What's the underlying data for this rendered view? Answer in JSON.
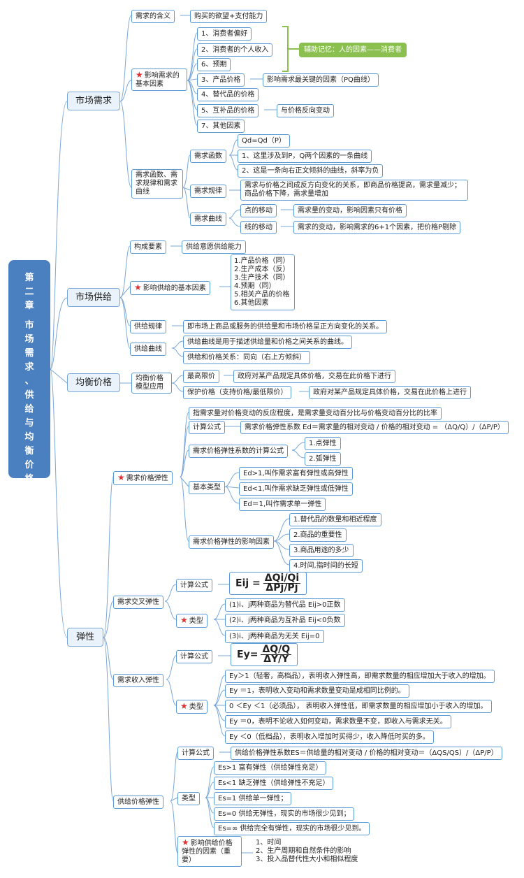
{
  "root": {
    "title_lines": [
      "第",
      "二",
      "章",
      "",
      "市",
      "场",
      "需",
      "求",
      "、",
      "供",
      "给",
      "与",
      "均",
      "衡",
      "价",
      "格"
    ]
  },
  "market_demand": {
    "label": "市场需求",
    "meaning": {
      "label": "需求的含义",
      "detail": "购买的欲望+支付能力"
    },
    "factors": {
      "label": "影响需求的基本因素",
      "items": [
        "1、消费者偏好",
        "2、消费者的个人收入",
        "6、预期",
        "3、产品价格",
        "4、替代品的价格",
        "5、互补品的价格",
        "7、其他因素"
      ],
      "price_note": "影响需求最关键的因素（PQ曲线）",
      "complement_note": "与价格反向变动",
      "memory_note": "辅助记忆：人的因素——消费者"
    },
    "function_group": {
      "label": "需求函数、需求规律和需求曲线",
      "func_label": "需求函数",
      "func_items": [
        "Qd=Qd（P）",
        "1、这里涉及到P，Q两个因素的一条曲线",
        "2、这是一条向右正文倾斜的曲线，斜率为负"
      ],
      "law_label": "需求规律",
      "law_text": "需求与价格之间成反方向变化的关系，即商品价格提高，需求量减少；商品价格下降，需求量增加",
      "curve_label": "需求曲线",
      "point_move": "点的移动",
      "point_note": "需求量的变动，影响因素只有价格",
      "line_move": "线的移动",
      "line_note": "需求的变动，影响需求的6+1个因素，把价格P剔除"
    }
  },
  "market_supply": {
    "label": "市场供给",
    "elements": {
      "label": "构成要素",
      "detail": "供给意愿供给能力"
    },
    "factors": {
      "label": "影响供给的基本因素",
      "items": [
        "1.产品价格（同）",
        "2.生产成本（反）",
        "3.生产技术（同）",
        "4.预期（同）",
        "5.相关产品的价格",
        "6.其他因素"
      ]
    },
    "law": {
      "label": "供给规律",
      "detail": "即市场上商品或服务的供给量和市场价格呈正方向变化的关系。"
    },
    "curve": {
      "label": "供给曲线",
      "items": [
        "供给曲线是用于描述供给量和价格之间关系的曲线。",
        "供给和价格关系：同向（右上方倾斜）"
      ]
    }
  },
  "equilibrium": {
    "label": "均衡价格",
    "model": "均衡价格模型应用",
    "max_price": "最高限价",
    "max_note": "政府对某产品规定具体价格，交易在此价格下进行",
    "protect_price": "保护价格（支持价格/最低限价）",
    "protect_note": "政府对某产品规定具体价格，交易在此价格上进行"
  },
  "elasticity": {
    "label": "弹性",
    "price_elasticity": {
      "label": "需求价格弹性",
      "definition": "指需求量对价格变动的反应程度，是需求量变动百分比与价格变动百分比的比率",
      "calc_label": "计算公式",
      "calc_text": "需求价格弹性系数 Ed＝需求量的相对变动 / 价格的相对变动 = （ΔQ/Q）/（ΔP/P）",
      "methods_label": "需求价格弹性系数的计算公式",
      "methods": [
        "1.点弹性",
        "2.弧弹性"
      ],
      "types_label": "基本类型",
      "types": [
        "Ed>1,叫作需求富有弹性或高弹性",
        "Ed<1,叫作需求缺乏弹性或低弹性",
        "Ed＝1,叫作需求单一弹性"
      ],
      "factors_label": "需求价格弹性的影响因素",
      "factors": [
        "1.替代品的数量和相近程度",
        "2.商品的重要性",
        "3.商品用途的多少",
        "4.时间,指时间的长短"
      ]
    },
    "cross": {
      "label": "需求交叉弹性",
      "calc_label": "计算公式",
      "formula_lhs": "Eij",
      "formula_num": "ΔQi/Qi",
      "formula_den": "ΔPj/Pj",
      "types_label": "类型",
      "types": [
        "(1)i、j两种商品为替代品  Eij>0正数",
        "(2)i、j两种商品为互补品  Eij<0负数",
        "(3)i、j两种商品为无关      Eij=0"
      ]
    },
    "income": {
      "label": "需求收入弹性",
      "calc_label": "计算公式",
      "formula_lhs": "Ey",
      "formula_num": "ΔQ/Q",
      "formula_den": "ΔY/Y",
      "types_label": "类型",
      "types": [
        "Ey＞1（轻奢，高档品），表明收入弹性高，即需求数量的相应增加大于收入的增加。",
        "Ey ＝1，表明收入变动和需求数量变动是成相同比例的。",
        "0 ＜Ey ＜1（必须品），  表明收入弹性低，即需求数量的相应增加小于收入的增加。",
        "Ey ＝0，表明不论收入如何变动，需求数量不变，即收入与需求无关。",
        "Ey ＜0（低档品），表明收入增加时买得少，收入降低时买的多。"
      ]
    },
    "supply_elasticity": {
      "label": "供给价格弹性",
      "calc_label": "计算公式",
      "calc_text": "供给价格弹性系数ES＝供给量的相对变动 / 价格的相对变动＝（ΔQS/QS）/（ΔP/P）",
      "types_label": "类型",
      "types": [
        "Es>1    富有弹性（供给弹性充足）",
        "Es<1    缺乏弹性（供给弹性不充足）",
        "Es=1    供给单一弹性；",
        "Es=0    供给无弹性，现实的市场很少见到；",
        "Es=∞   供给完全有弹性，现实的市场很少见到。"
      ],
      "factors_label": "影响供给价格弹性的因素（重要）",
      "factors": [
        "1、时间",
        "2、生产周期和自然条件的影响",
        "3、投入品替代性大小和相似程度"
      ]
    }
  }
}
